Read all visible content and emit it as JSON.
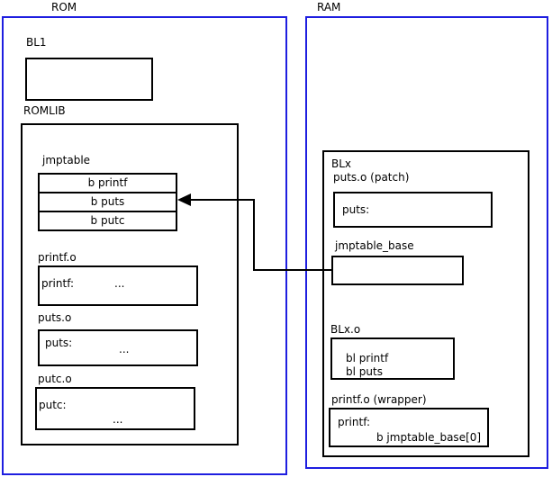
{
  "rom": {
    "title": "ROM",
    "bl1_label": "BL1",
    "romlib_label": "ROMLIB",
    "jmptable": {
      "label": "jmptable",
      "rows": [
        "b printf",
        "b puts",
        "b putc"
      ]
    },
    "printf_o": {
      "label": "printf.o",
      "symbol": "printf:",
      "ellipsis": "..."
    },
    "puts_o": {
      "label": "puts.o",
      "symbol": "puts:",
      "ellipsis": "..."
    },
    "putc_o": {
      "label": "putc.o",
      "symbol": "putc:",
      "ellipsis": "..."
    }
  },
  "ram": {
    "title": "RAM",
    "blx_label": "BLx",
    "puts_patch": {
      "label": "puts.o (patch)",
      "symbol": "puts:"
    },
    "jmptable_base_label": "jmptable_base",
    "blx_o": {
      "label": "BLx.o",
      "line1": "bl printf",
      "line2": "bl puts"
    },
    "printf_wrapper": {
      "label": "printf.o (wrapper)",
      "symbol": "printf:",
      "body": "b jmptable_base[0]"
    }
  },
  "colors": {
    "frame_border": "#1e1ee0",
    "box_border": "#000000",
    "background": "#ffffff"
  }
}
